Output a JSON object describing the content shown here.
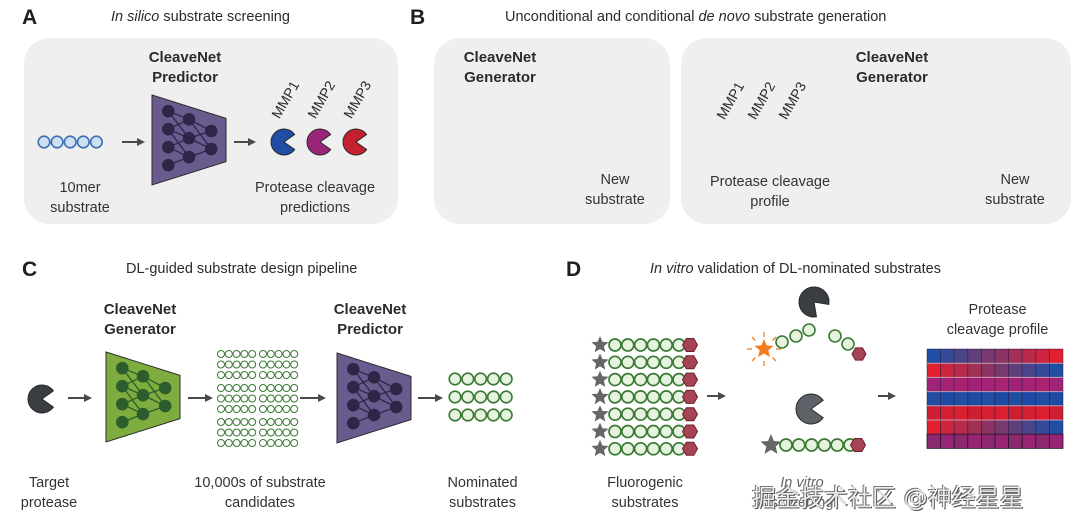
{
  "panels": {
    "A": {
      "letter": "A",
      "title_italic": "In silico",
      "title_rest": " substrate screening",
      "model_line1": "CleaveNet",
      "model_line2": "Predictor",
      "input_line1": "10mer",
      "input_line2": "substrate",
      "output_line1": "Protease cleavage",
      "output_line2": "predictions",
      "proteases": [
        {
          "name": "MMP1",
          "color": "#1f4ea3"
        },
        {
          "name": "MMP2",
          "color": "#9c2478"
        },
        {
          "name": "MMP3",
          "color": "#c4202f"
        }
      ]
    },
    "B": {
      "letter": "B",
      "title_pre": "Unconditional and conditional ",
      "title_italic": "de novo",
      "title_post": " substrate generation",
      "left": {
        "model_line1": "CleaveNet",
        "model_line2": "Generator",
        "output_line1": "New",
        "output_line2": "substrate"
      },
      "right": {
        "model_line1": "CleaveNet",
        "model_line2": "Generator",
        "profile_line1": "Protease cleavage",
        "profile_line2": "profile",
        "output_line1": "New",
        "output_line2": "substrate",
        "proteases": [
          {
            "name": "MMP1",
            "color": "#c4202f"
          },
          {
            "name": "MMP2",
            "color": "#1f4ea3"
          },
          {
            "name": "MMP3",
            "color": "#c4202f"
          }
        ]
      }
    },
    "C": {
      "letter": "C",
      "title": "DL-guided substrate design pipeline",
      "generator_line1": "CleaveNet",
      "generator_line2": "Generator",
      "predictor_line1": "CleaveNet",
      "predictor_line2": "Predictor",
      "target_line1": "Target",
      "target_line2": "protease",
      "candidates_line1": "10,000s of substrate",
      "candidates_line2": "candidates",
      "nominated_line1": "Nominated",
      "nominated_line2": "substrates"
    },
    "D": {
      "letter": "D",
      "title_italic": "In vitro",
      "title_rest": " validation of DL-nominated substrates",
      "input_line1": "Fluorogenic",
      "input_line2": "substrates",
      "screen_line1": "In vitro",
      "screen_line2": "screening",
      "profile_line1": "Protease",
      "profile_line2": "cleavage profile",
      "heatmap_rows": 7,
      "heatmap_cols": 10
    }
  },
  "colors": {
    "predictor_fill": "#6a5b8f",
    "predictor_node": "#2f2547",
    "generator_fill": "#7fac3e",
    "generator_node": "#2b5e2c",
    "substrate_blue_fill": "#cfe0f2",
    "substrate_blue_stroke": "#3f72b5",
    "substrate_green_fill": "#e6f3de",
    "substrate_green_stroke": "#3b7a34",
    "quencher": "#a64456",
    "fluorophore_dark": "#666666",
    "fluorophore_lit": "#f57c1f",
    "protease_gray": "#3a3d42",
    "arrow": "#4a4a4a"
  },
  "watermark": "掘金技术社区 @神经星星"
}
